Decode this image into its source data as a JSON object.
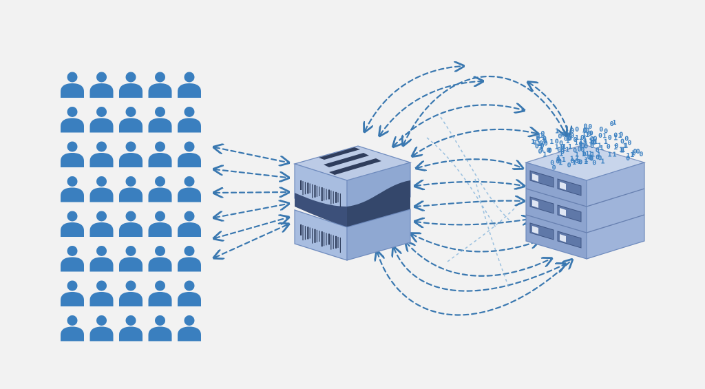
{
  "colors": {
    "background": "#f2f2f2",
    "user": "#3a7fbf",
    "arrow": "#3a78b0",
    "arrow_light": "#7fb0d8",
    "box_top": "#b9c9e4",
    "box_side": "#8ea7d0",
    "box_dark": "#34476b",
    "box_stripe": "#2f3d5c",
    "server_top": "#c5d3ea",
    "server_front": "#8fa6d0",
    "server_side": "#7e96c2",
    "bits": "#3e82c2"
  },
  "users": {
    "rows": 8,
    "columns": 5,
    "icon": "person-icon"
  },
  "nodes": {
    "load_balancer": {
      "icon": "load-balancer-icon"
    },
    "database_server": {
      "icon": "server-rack-icon"
    }
  },
  "connections": {
    "users_to_balancer": 6,
    "balancer_to_server": 14
  }
}
